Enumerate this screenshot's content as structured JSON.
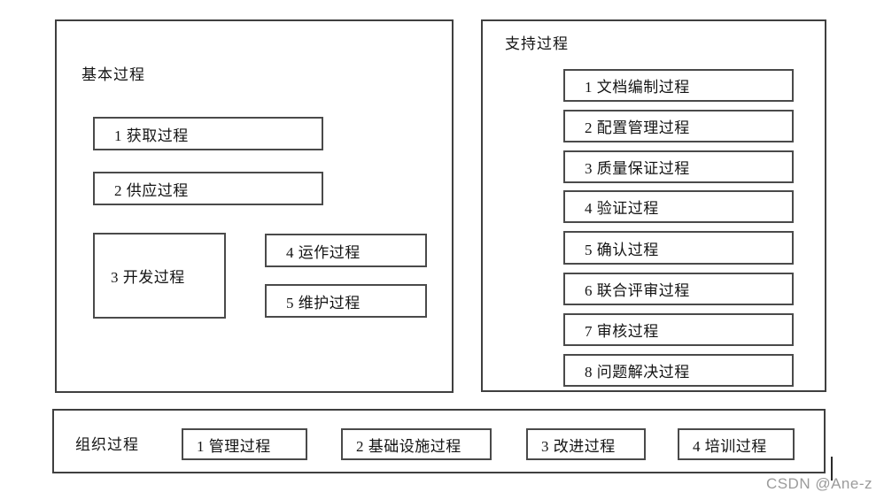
{
  "diagram": {
    "basic": {
      "title": "基本过程",
      "boxes": {
        "acquisition": "1 获取过程",
        "supply": "2 供应过程",
        "development": "3 开发过程",
        "operation": "4 运作过程",
        "maintenance": "5 维护过程"
      }
    },
    "support": {
      "title": "支持过程",
      "boxes": {
        "documentation": "1 文档编制过程",
        "configuration_management": "2 配置管理过程",
        "quality_assurance": "3 质量保证过程",
        "verification": "4 验证过程",
        "validation": "5 确认过程",
        "joint_review": "6 联合评审过程",
        "audit": "7 审核过程",
        "problem_resolution": "8 问题解决过程"
      }
    },
    "organization": {
      "title": "组织过程",
      "boxes": {
        "management": "1 管理过程",
        "infrastructure": "2 基础设施过程",
        "improvement": "3 改进过程",
        "training": "4 培训过程"
      }
    }
  },
  "watermark": {
    "text": "CSDN @Ane-z"
  },
  "colors": {
    "border": "#3f3f3f",
    "box_border": "#4a4a4a",
    "text": "#141414",
    "watermark": "#9b9b9b",
    "background": "#ffffff"
  }
}
